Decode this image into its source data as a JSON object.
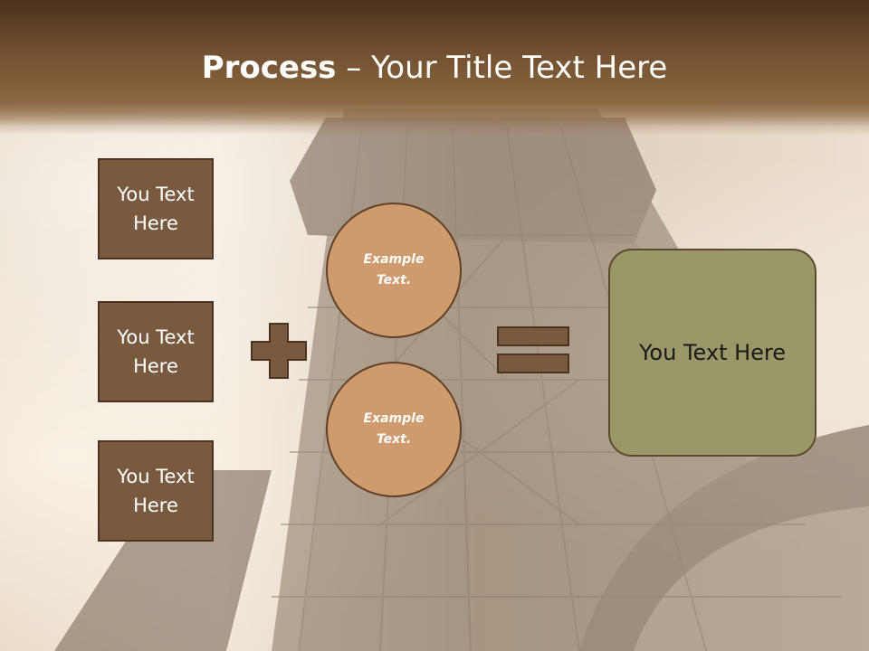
{
  "title": {
    "bold": "Process",
    "rest": " – Your Title Text Here"
  },
  "boxes": [
    {
      "line1": "You Text",
      "line2": "Here"
    },
    {
      "line1": "You Text",
      "line2": "Here"
    },
    {
      "line1": "You Text",
      "line2": "Here"
    }
  ],
  "circles": [
    {
      "line1": "Example",
      "line2": "Text."
    },
    {
      "line1": "Example",
      "line2": "Text."
    }
  ],
  "result": "You Text Here",
  "colors": {
    "header": "#6b4a2d",
    "box": "#7a5a3f",
    "circle": "#cf9b6c",
    "result": "#9a9868",
    "symbol": "#7a5a3f"
  }
}
